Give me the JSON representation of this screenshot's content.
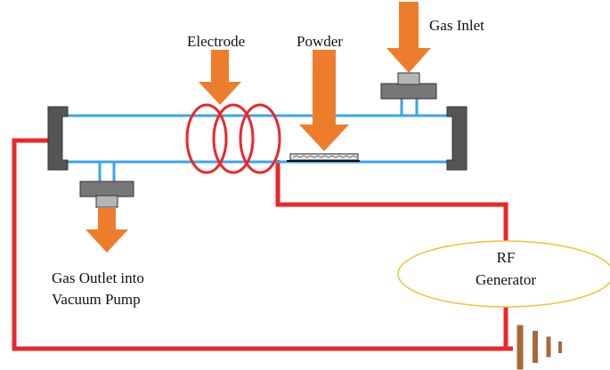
{
  "labels": {
    "electrode": "Electrode",
    "powder": "Powder",
    "gas_inlet": "Gas Inlet",
    "gas_outlet_line1": "Gas Outlet into",
    "gas_outlet_line2": "Vacuum Pump",
    "rf_line1": "RF",
    "rf_line2": "Generator"
  },
  "colors": {
    "arrow": "#ee7d2b",
    "tube": "#3aa6e8",
    "wire": "#e8282b",
    "coil": "#e8282b",
    "rf_ellipse": "#f3c23a",
    "ground": "#a9683a",
    "endcap": "#555555",
    "flange": "#777777"
  }
}
